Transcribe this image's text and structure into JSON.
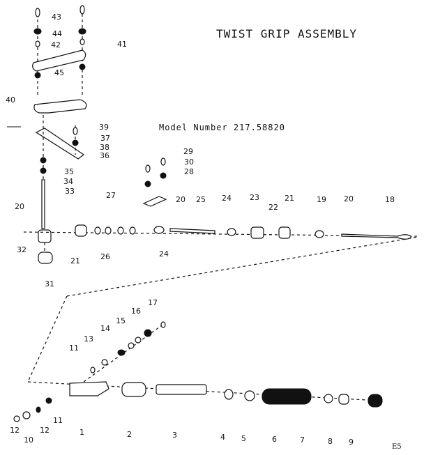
{
  "title": "TWIST GRIP ASSEMBLY",
  "model": "Model Number 217.58820",
  "code": "E5",
  "callouts": [
    "43",
    "44",
    "42",
    "41",
    "45",
    "40",
    "39",
    "37",
    "38",
    "36",
    "35",
    "34",
    "33",
    "29",
    "30",
    "28",
    "20",
    "25",
    "24",
    "23",
    "22",
    "21",
    "19",
    "20",
    "18",
    "27",
    "32",
    "21",
    "26",
    "24",
    "31",
    "20",
    "17",
    "16",
    "15",
    "14",
    "13",
    "11",
    "12",
    "10",
    "11",
    "12",
    "1",
    "2",
    "3",
    "4",
    "5",
    "6",
    "7",
    "8",
    "9"
  ]
}
